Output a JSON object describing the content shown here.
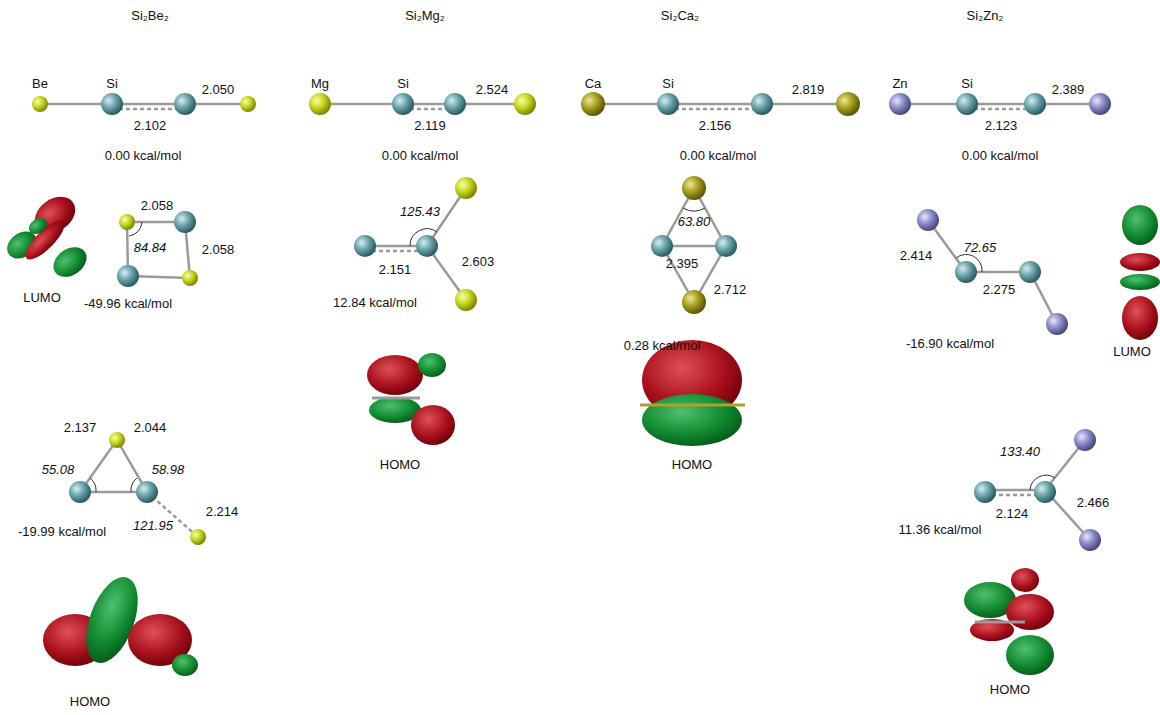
{
  "diagram": {
    "labels": [
      "Si₂Be₂",
      "Si₂Mg₂",
      "Si₂Ca₂",
      "Si₂Zn₂",
      "Be",
      "Si",
      "2.050",
      "2.102",
      "0.00 kcal/mol",
      "Mg",
      "Si",
      "2.524",
      "2.119",
      "0.00 kcal/mol",
      "Ca",
      "Si",
      "2.819",
      "2.156",
      "0.00 kcal/mol",
      "Zn",
      "Si",
      "2.389",
      "2.123",
      "0.00 kcal/mol",
      "2.058",
      "84.84",
      "2.058",
      "LUMO",
      "-49.96 kcal/mol",
      "125.43",
      "2.151",
      "2.603",
      "12.84 kcal/mol",
      "HOMO",
      "63.80",
      "2.395",
      "2.712",
      "0.28 kcal/mol",
      "HOMO",
      "2.414",
      "72.65",
      "2.275",
      "-16.90 kcal/mol",
      "LUMO",
      "2.137",
      "2.044",
      "55.08",
      "58.98",
      "2.214",
      "121.95",
      "-19.99 kcal/mol",
      "HOMO",
      "133.40",
      "2.466",
      "2.124",
      "11.36 kcal/mol",
      "HOMO"
    ]
  }
}
